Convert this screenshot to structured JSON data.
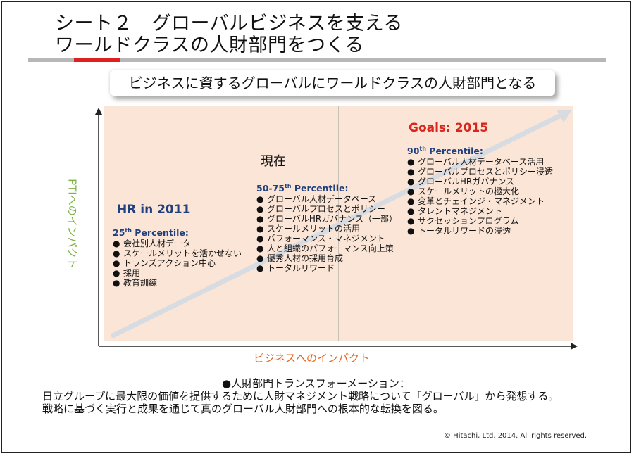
{
  "title": {
    "line1": "シート２　グローバルビジネスを支える",
    "line2": "ワールドクラスの人財部門をつくる"
  },
  "banner": "ビジネスに資するグローバルにワールドクラスの人財部門となる",
  "axes": {
    "y_label": "PTIへのインパクト",
    "x_label": "ビジネスへのインパクト"
  },
  "stages": {
    "hr2011": {
      "label": "HR in 2011",
      "percentile_pre": "25",
      "percentile_sup": "th",
      "percentile_post": " Percentile:",
      "items": [
        "会社別人材データ",
        "スケールメリットを活かせない",
        "トランズアクション中心",
        "採用",
        "教育訓練"
      ]
    },
    "current": {
      "label": "現在",
      "percentile_pre": "50-75",
      "percentile_sup": "th",
      "percentile_post": " Percentile:",
      "items": [
        "グローバル人材データベース",
        "グローバルプロセスとポリシー",
        "グローバルHRガバナンス（一部）",
        "スケールメリットの活用",
        "パフォーマンス・マネジメント",
        "人と組織のパフォーマンス向上策",
        "優秀人材の採用育成",
        "トータルリワード"
      ]
    },
    "goals": {
      "label": "Goals: 2015",
      "percentile_pre": "90",
      "percentile_sup": "th",
      "percentile_post": " Percentile:",
      "items": [
        "グローバル人材データベース活用",
        "グローバルプロセスとポリシー浸透",
        "グローバルHRガバナンス",
        "スケールメリットの極大化",
        "変革とチェインジ・マネジメント",
        "タレントマネジメント",
        "サクセッションプログラム",
        "トータルリワードの浸透"
      ]
    }
  },
  "bullet": "●",
  "transformation": {
    "heading": "●人財部門トランスフォーメーション：",
    "line1": "日立グループに最大限の価値を提供するために人財マネジメント戦略について「グローバル」から発想する。",
    "line2": "戦略に基づく実行と成果を通じて真のグローバル人財部門への根本的な転換を図る。"
  },
  "copyright": "© Hitachi, Ltd. 2014. All rights reserved.",
  "colors": {
    "accent_red": "#e02020",
    "plot_bg": "#fbe5d6",
    "y_axis_label": "#7db343",
    "x_axis_label": "#e8641c",
    "heading_blue": "#1f3f7f",
    "goals_red": "#d9261c"
  }
}
